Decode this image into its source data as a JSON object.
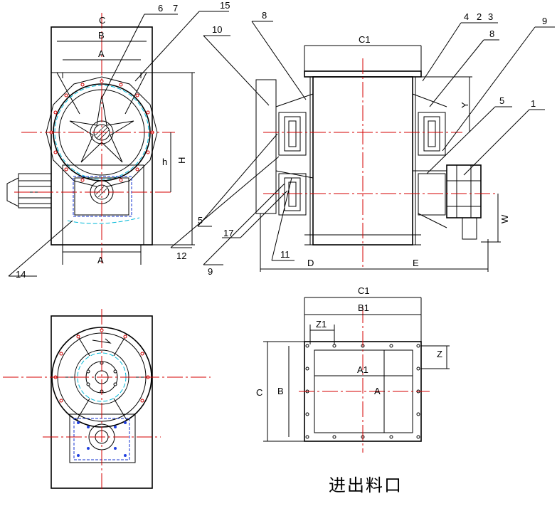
{
  "labels": {
    "front": {
      "dim_c": "C",
      "dim_b": "B",
      "dim_a_top": "A",
      "dim_a_bottom": "A",
      "dim_h": "H",
      "dim_h_small": "h",
      "n6": "6",
      "n7": "7",
      "n15": "15",
      "n10": "10",
      "n5": "5",
      "n12": "12",
      "n9": "9",
      "n14": "14"
    },
    "side": {
      "dim_c1": "C1",
      "dim_d": "D",
      "dim_e": "E",
      "dim_y": "Y",
      "dim_w": "W",
      "n8a": "8",
      "n4": "4",
      "n2": "2",
      "n3": "3",
      "n8b": "8",
      "n9a": "9",
      "n5": "5",
      "n1": "1",
      "n17": "17",
      "n11": "11"
    },
    "port": {
      "dim_c1": "C1",
      "dim_b1": "B1",
      "dim_z1": "Z1",
      "dim_z": "Z",
      "dim_a1": "A1",
      "dim_a": "A",
      "dim_c": "C",
      "dim_b": "B",
      "title": "进出料口"
    }
  },
  "colors": {
    "centerline": "#d40000",
    "hidden_cyan": "#00b8d8",
    "hidden_blue": "#1030d0",
    "outline": "#000000"
  }
}
